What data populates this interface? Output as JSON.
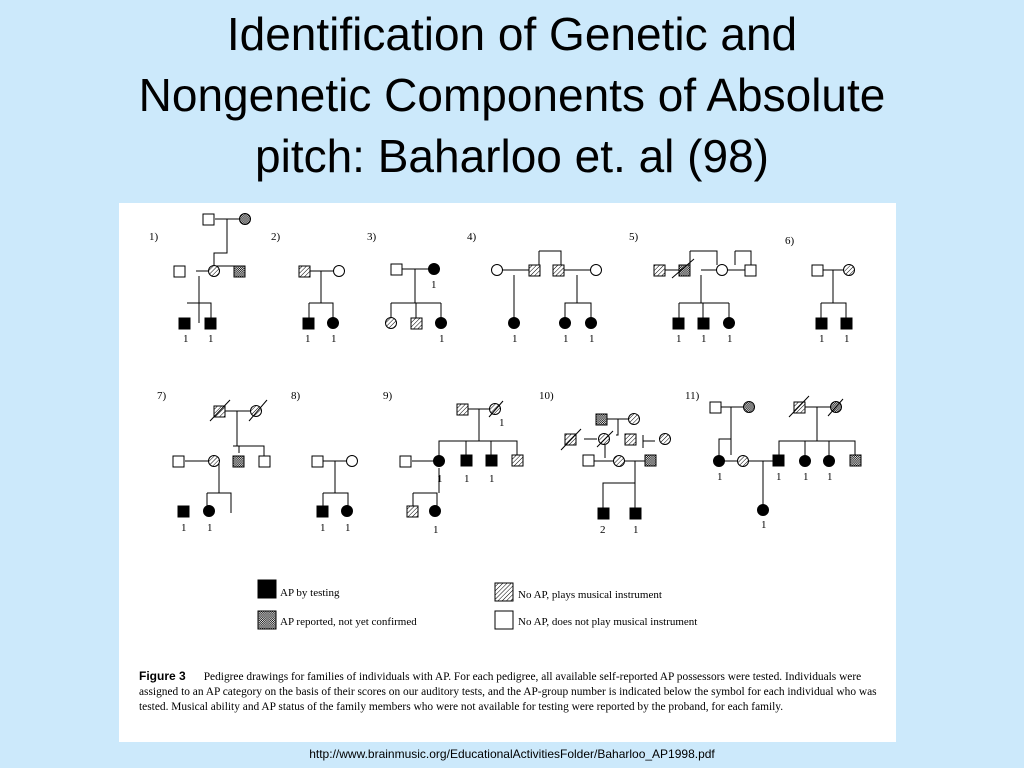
{
  "slide": {
    "title_lines": [
      "Identification of Genetic and",
      "Nongenetic Components of Absolute",
      "pitch: Baharloo et. al (98)"
    ],
    "source_url": "http://www.brainmusic.org/EducationalActivitiesFolder/Baharloo_AP1998.pdf"
  },
  "figure": {
    "family_labels": [
      "1)",
      "2)",
      "3)",
      "4)",
      "5)",
      "6)",
      "7)",
      "8)",
      "9)",
      "10)",
      "11)"
    ],
    "legend": {
      "ap_testing": "AP by testing",
      "ap_reported": "AP reported, not yet confirmed",
      "no_ap_instrument": "No AP, plays musical instrument",
      "no_ap_none": "No AP, does not play musical instrument"
    },
    "caption": {
      "label": "Figure 3",
      "text": "Pedigree drawings for families of individuals with AP. For each pedigree, all available self-reported AP possessors were tested. Individuals were assigned to an AP category on the basis of their scores on our auditory tests, and the AP-group number is indicated below the symbol for each individual who was tested. Musical ability and AP status of the family members who were not available for testing were reported by the proband, for each family."
    }
  }
}
